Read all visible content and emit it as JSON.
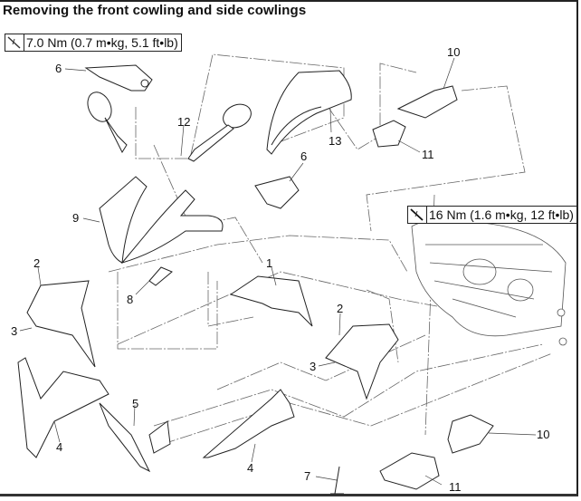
{
  "title": "Removing the front cowling and side cowlings",
  "torque_specs": [
    {
      "icon": "torque-wrench-icon",
      "text": "7.0 Nm (0.7 m•kg, 5.1 ft•lb)"
    },
    {
      "icon": "torque-wrench-icon",
      "text": "16 Nm (1.6 m•kg, 12 ft•lb)"
    }
  ],
  "callouts": {
    "c6a": "6",
    "c10a": "10",
    "c12": "12",
    "c13": "13",
    "c11a": "11",
    "c6b": "6",
    "c9": "9",
    "c2a": "2",
    "c1": "1",
    "c8": "8",
    "c3a": "3",
    "c2b": "2",
    "c3b": "3",
    "c5": "5",
    "c4a": "4",
    "c4b": "4",
    "c10b": "10",
    "c7": "7",
    "c11b": "11"
  }
}
